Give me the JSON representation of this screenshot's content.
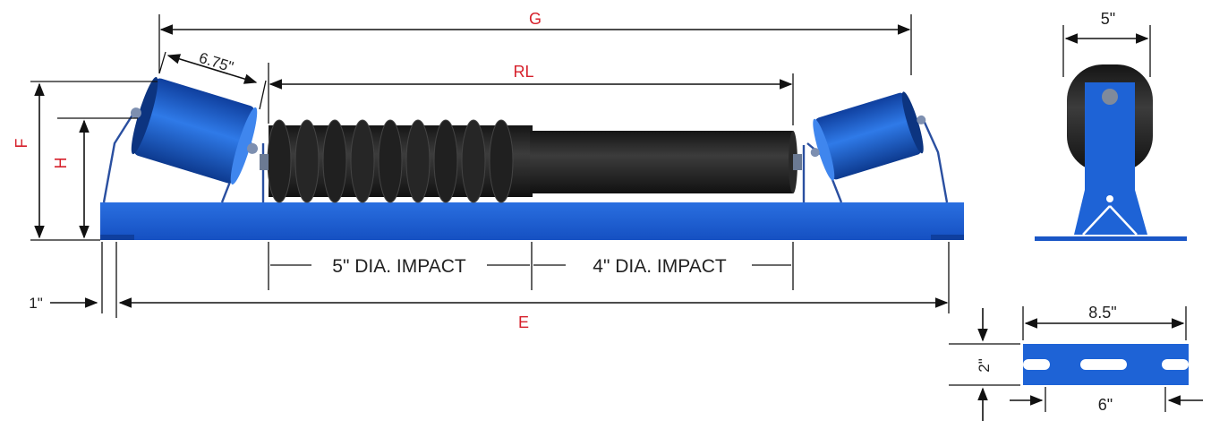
{
  "labels": {
    "g": "G",
    "rl": "RL",
    "e": "E",
    "f": "F",
    "h": "H",
    "wing_roll_length": "6.75\"",
    "frame_offset": "1\"",
    "impact_5": "5\" DIA. IMPACT",
    "impact_4": "4\" DIA. IMPACT",
    "side_width": "5\"",
    "base_width": "8.5\"",
    "base_height": "2\"",
    "slot_spacing": "6\""
  },
  "colors": {
    "blue": "#1e63d6",
    "blue_dark": "#0f3f9e",
    "blue_light": "#4d8df0",
    "rubber": "#1d1d1d",
    "rubber_light": "#3a3a3a",
    "dim_red": "#d6202b",
    "dim_black": "#222222"
  },
  "icons": {
    "arrow": "arrowhead",
    "roll": "roller-icon"
  }
}
